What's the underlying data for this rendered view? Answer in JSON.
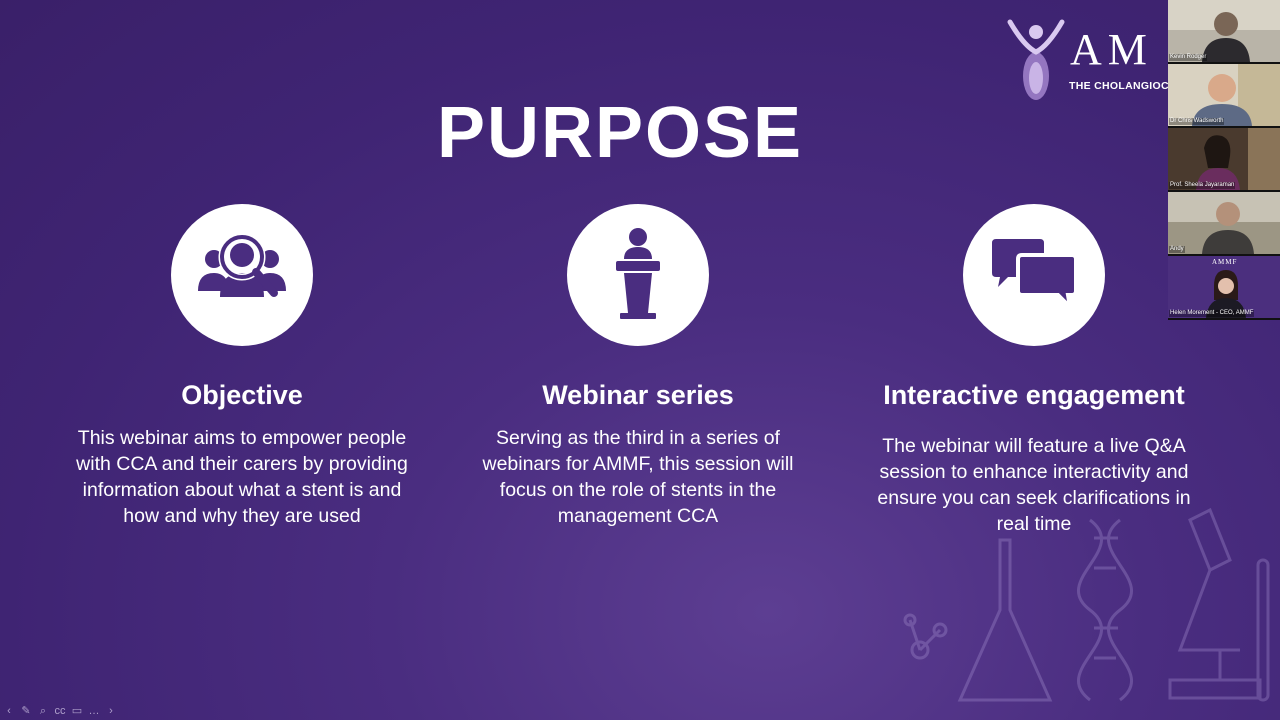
{
  "slide": {
    "title": "PURPOSE",
    "brand": {
      "letters": "AM",
      "tagline": "THE CHOLANGIOCAR"
    },
    "columns": [
      {
        "icon": "people-search-icon",
        "heading": "Objective",
        "text": "This webinar aims to empower people with CCA and their carers by providing information about what a stent is and how and why they are used"
      },
      {
        "icon": "podium-speaker-icon",
        "heading": "Webinar series",
        "text": "Serving as the third in a series of webinars for AMMF, this session will focus on the role of stents in the management CCA"
      },
      {
        "icon": "chat-bubbles-icon",
        "heading": "Interactive engagement",
        "text": "The webinar will feature a live Q&A session to enhance interactivity and ensure you can seek clarifications in real time"
      }
    ]
  },
  "participants": [
    {
      "name": "Kevin Rodger"
    },
    {
      "name": "Dr Chris Wadsworth"
    },
    {
      "name": "Prof. Sheela Jayaraman"
    },
    {
      "name": "Andy"
    },
    {
      "name": "Helen Morement - CEO, AMMF",
      "overlay": "AMMF"
    }
  ],
  "toolbar": {
    "buttons": [
      "previous-icon",
      "pen-icon",
      "zoom-icon",
      "captions-icon",
      "video-icon",
      "more-icon",
      "next-icon"
    ],
    "glyphs": [
      "‹",
      "✎",
      "⌕",
      "cc",
      "▭",
      "…",
      "›"
    ]
  },
  "colors": {
    "background": "#3f2473",
    "text": "#ffffff",
    "icon_fill": "#4a2d80"
  }
}
